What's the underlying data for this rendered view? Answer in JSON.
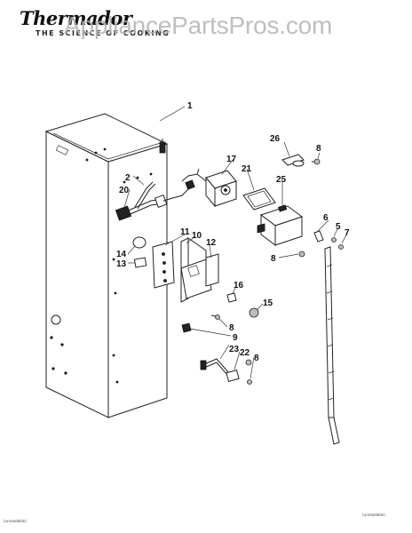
{
  "header": {
    "brand": "Thermador",
    "tagline": "THE SCIENCE OF COOKING",
    "watermark": "AppliancePartsPros.com"
  },
  "callouts": {
    "c1": "1",
    "c2": "2",
    "c5": "5",
    "c6": "6",
    "c7": "7",
    "c8a": "8",
    "c8b": "8",
    "c8c": "8",
    "c8d": "8",
    "c9": "9",
    "c10": "10",
    "c11": "11",
    "c12": "12",
    "c13": "13",
    "c14": "14",
    "c15": "15",
    "c16": "16",
    "c17": "17",
    "c20": "20",
    "c21": "21",
    "c22": "22",
    "c23": "23",
    "c25": "25",
    "c26": "26"
  },
  "footer": {
    "left": "(unreadable)",
    "right": "(unreadable)"
  }
}
